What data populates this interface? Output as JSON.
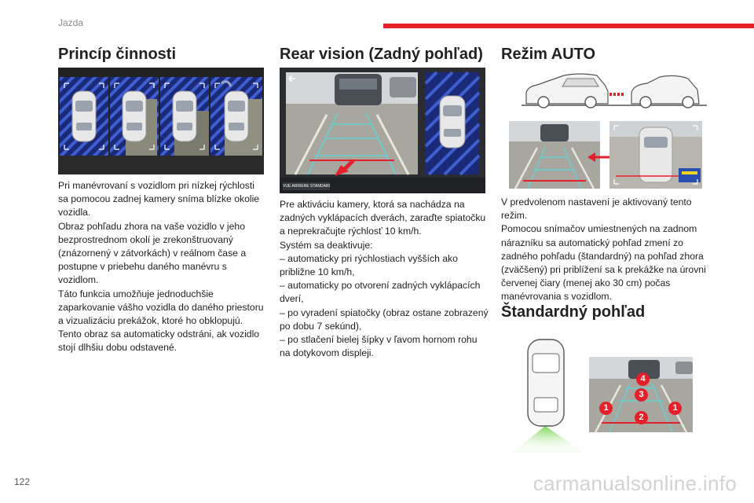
{
  "header": {
    "section": "Jazda",
    "accent_color": "#e4202a"
  },
  "footer": {
    "page_number": "122",
    "watermark": "carmanualsonline.info"
  },
  "col1": {
    "heading": "Princíp činnosti",
    "paragraphs": [
      "Pri manévrovaní s vozidlom pri nízkej rýchlosti sa pomocou zadnej kamery sníma blízke okolie vozidla.",
      "Obraz pohľadu zhora na vaše vozidlo v jeho bezprostrednom okolí je zrekonštruovaný (znázornený v zátvorkách) v reálnom čase a postupne v priebehu daného manévru s vozidlom.",
      "Táto funkcia umožňuje jednoduchšie zaparkovanie vášho vozidla do daného priestoru a vizualizáciu prekážok, ktoré ho obklopujú.",
      "Tento obraz sa automaticky odstráni, ak vozidlo stojí dlhšiu dobu odstavené."
    ]
  },
  "col2": {
    "heading": "Rear vision (Zadný pohľad)",
    "screen_button": "VUE ARRIERE STANDARD",
    "paragraphs": [
      "Pre aktiváciu kamery, ktorá sa nachádza na zadných vyklápacích dverách, zaraďte spiatočku a neprekračujte rýchlosť 10 km/h.",
      "Systém sa deaktivuje:",
      "– automaticky pri rýchlostiach vyšších ako približne 10 km/h,",
      "– automaticky po otvorení zadných vyklápacích dverí,",
      "– po vyradení spiatočky (obraz ostane zobrazený po dobu 7 sekúnd),",
      "– po stlačení bielej šípky v ľavom hornom rohu na dotykovom displeji."
    ]
  },
  "col3": {
    "heading": "Režim AUTO",
    "paragraphs": [
      "V predvolenom nastavení je aktivovaný tento režim.",
      "Pomocou snímačov umiestnených na zadnom nárazníku sa automatický pohľad zmení zo zadného pohľadu (štandardný) na pohľad zhora (zväčšený) pri priblížení sa k prekážke na úrovni červenej čiary (menej ako 30 cm) počas manévrovania s vozidlom."
    ],
    "heading2": "Štandardný pohľad",
    "callouts": [
      "1",
      "2",
      "3",
      "4",
      "1"
    ]
  }
}
